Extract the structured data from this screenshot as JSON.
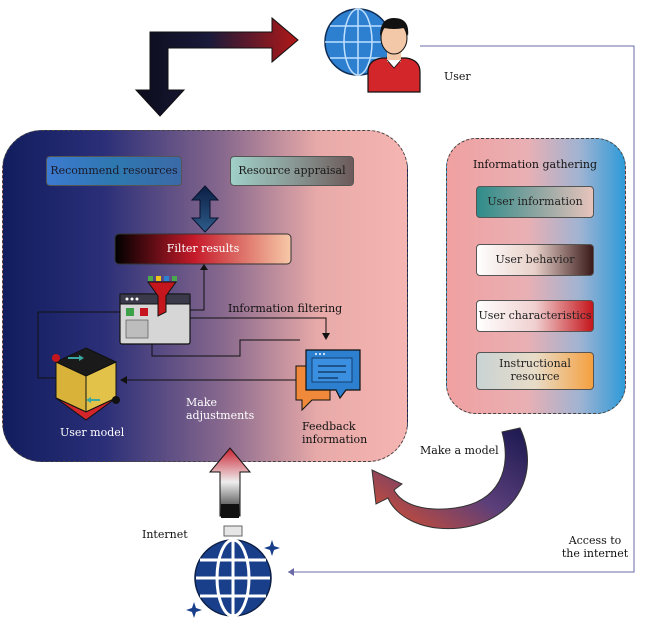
{
  "nodes": {
    "user": "User",
    "recommend": "Recommend resources",
    "appraisal": "Resource appraisal",
    "filter_results": "Filter results",
    "info_filtering": "Information filtering",
    "user_model": "User model",
    "make_adjustments": "Make adjustments",
    "feedback": "Feedback information",
    "info_gathering": "Information gathering",
    "user_information": "User information",
    "user_behavior": "User behavior",
    "user_characteristics": "User characteristics",
    "instructional_resource": "Instructional resource",
    "make_model": "Make a model",
    "internet": "Internet",
    "access_internet": "Access to the internet"
  },
  "colors": {
    "main_dark": "#111d5e",
    "main_light": "#f5b5b2",
    "accent_red": "#c4161c",
    "accent_blue": "#2d7fd0"
  }
}
